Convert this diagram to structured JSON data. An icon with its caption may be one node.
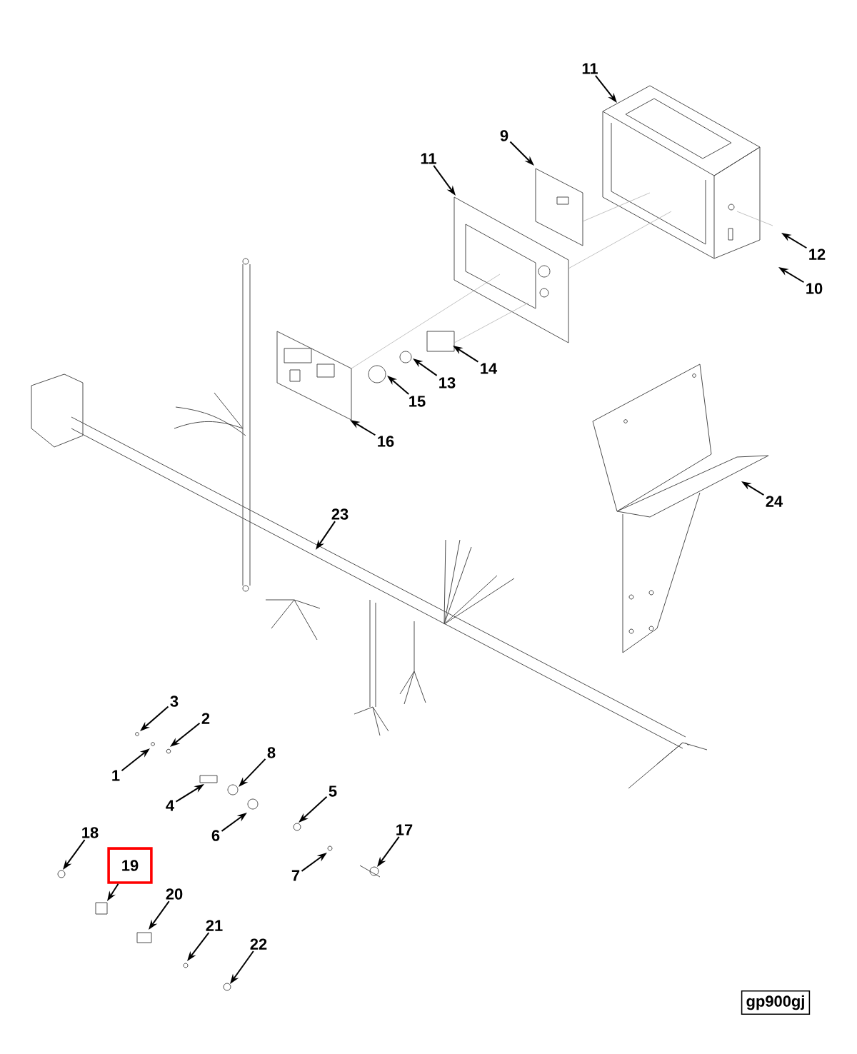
{
  "diagram": {
    "nodes": [
      {
        "text": [
          "11"
        ]
      },
      {
        "text": [
          "9"
        ]
      },
      {
        "text": [
          "11"
        ]
      },
      {
        "text": [
          "12"
        ]
      },
      {
        "text": [
          "10"
        ]
      },
      {
        "text": [
          "14"
        ]
      },
      {
        "text": [
          "13"
        ]
      },
      {
        "text": [
          "15"
        ]
      },
      {
        "text": [
          "16"
        ]
      },
      {
        "text": [
          "23"
        ]
      },
      {
        "text": [
          "24"
        ]
      },
      {
        "text": [
          "3"
        ]
      },
      {
        "text": [
          "2"
        ]
      },
      {
        "text": [
          "1"
        ]
      },
      {
        "text": [
          "8"
        ]
      },
      {
        "text": [
          "4"
        ]
      },
      {
        "text": [
          "6"
        ]
      },
      {
        "text": [
          "5"
        ]
      },
      {
        "text": [
          "18"
        ]
      },
      {
        "text": [
          "19"
        ]
      },
      {
        "text": [
          "17"
        ]
      },
      {
        "text": [
          "7"
        ]
      },
      {
        "text": [
          "20"
        ]
      },
      {
        "text": [
          "21"
        ]
      },
      {
        "text": [
          "22"
        ]
      },
      {
        "text": [
          "gp900gj"
        ]
      }
    ],
    "edges": [
      {
        "from": 0,
        "to": null,
        "arrow": "to"
      },
      {
        "from": 1,
        "to": null,
        "arrow": "to"
      },
      {
        "from": 2,
        "to": null,
        "arrow": "to"
      },
      {
        "from": 3,
        "to": null,
        "arrow": "to"
      },
      {
        "from": 4,
        "to": null,
        "arrow": "to"
      },
      {
        "from": 5,
        "to": null,
        "arrow": "to"
      },
      {
        "from": 6,
        "to": null,
        "arrow": "to"
      },
      {
        "from": 7,
        "to": null,
        "arrow": "to"
      },
      {
        "from": 8,
        "to": null,
        "arrow": "to"
      },
      {
        "from": 9,
        "to": null,
        "arrow": "to"
      },
      {
        "from": 10,
        "to": null,
        "arrow": "to"
      },
      {
        "from": 11,
        "to": null,
        "arrow": "to"
      },
      {
        "from": 12,
        "to": null,
        "arrow": "to"
      },
      {
        "from": 13,
        "to": null,
        "arrow": "to"
      },
      {
        "from": 14,
        "to": null,
        "arrow": "to"
      },
      {
        "from": 15,
        "to": null,
        "arrow": "to"
      },
      {
        "from": 16,
        "to": null,
        "arrow": "to"
      },
      {
        "from": 17,
        "to": null,
        "arrow": "to"
      },
      {
        "from": 18,
        "to": null,
        "arrow": "to"
      },
      {
        "from": 19,
        "to": null,
        "arrow": "to"
      },
      {
        "from": 20,
        "to": null,
        "arrow": "to"
      },
      {
        "from": 21,
        "to": null,
        "arrow": "to"
      },
      {
        "from": 22,
        "to": null,
        "arrow": "to"
      },
      {
        "from": 23,
        "to": null,
        "arrow": "to"
      },
      {
        "from": 24,
        "to": null,
        "arrow": "to"
      }
    ]
  }
}
